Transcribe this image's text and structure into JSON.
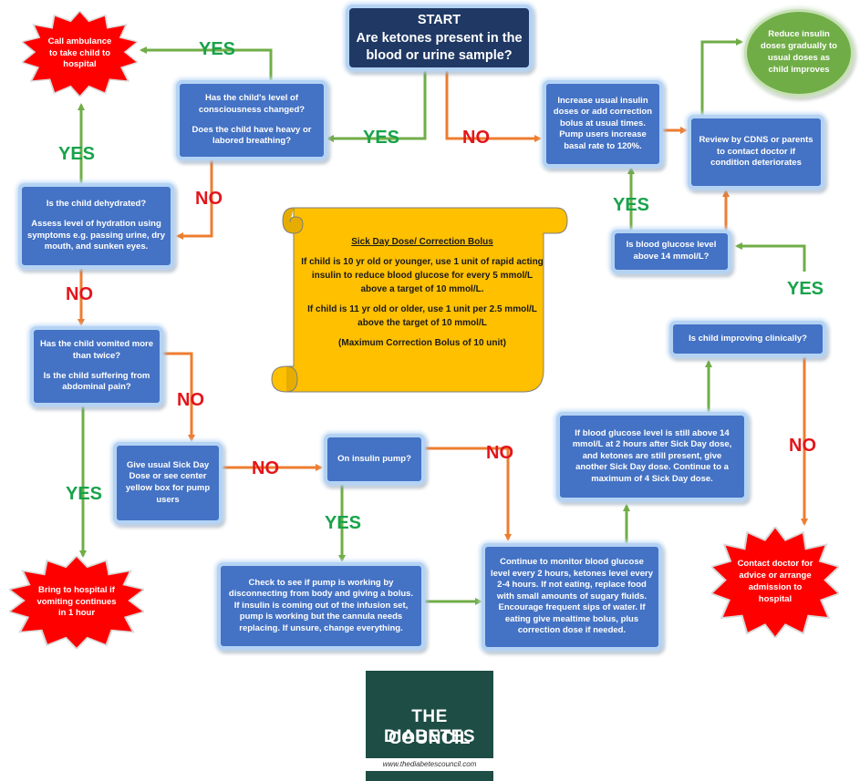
{
  "start": {
    "heading": "START",
    "question": "Are ketones present in the blood or urine sample?"
  },
  "boxes": {
    "consciousness": [
      "Has the child's level of consciousness changed?",
      "Does the child have heavy or labored breathing?"
    ],
    "dehydrated": [
      "Is the child dehydrated?",
      "Assess level of hydration using symptoms e.g. passing urine, dry mouth, and sunken eyes."
    ],
    "vomited": [
      "Has the child vomited more than twice?",
      "Is the child suffering from abdominal pain?"
    ],
    "give_sick_day": "Give usual Sick Day Dose or see center yellow box for pump users",
    "insulin_pump": "On insulin pump?",
    "check_pump": "Check to see if pump is working by disconnecting from body and giving a bolus. If insulin is coming out of the infusion set, pump is working but the cannula needs replacing. If unsure, change everything.",
    "monitor": "Continue to monitor blood glucose level every 2 hours, ketones level every 2-4 hours. If not eating, replace food with small amounts of sugary fluids. Encourage frequent sips of water. If eating give mealtime bolus, plus correction dose if needed.",
    "still_above": "If blood glucose level is still above 14 mmol/L at 2 hours after Sick Day dose, and ketones are still present, give another Sick Day dose. Continue to a maximum of 4 Sick Day dose.",
    "improving": "Is child improving clinically?",
    "glucose_above": "Is blood glucose level above 14 mmol/L?",
    "increase_insulin": "Increase usual insulin doses or add correction bolus at usual times. Pump users increase basal rate to 120%.",
    "review": "Review by CDNS or parents to contact doctor if condition deteriorates"
  },
  "bursts": {
    "ambulance": "Call ambulance to take child to hospital",
    "bring_hospital": "Bring to hospital if vomiting continues in 1 hour",
    "contact_doctor": "Contact doctor for advice or arrange admission to hospital"
  },
  "oval": "Reduce insulin doses gradually to usual doses as child improves",
  "scroll": {
    "title": "Sick Day Dose/ Correction Bolus",
    "p1": "If child is 10 yr old or younger, use 1 unit of rapid acting insulin to reduce blood glucose for every 5 mmol/L above a target of 10 mmol/L.",
    "p2": "If child is 11 yr old or older, use 1 unit per 2.5 mmol/L above the target of 10 mmol/L",
    "p3": "(Maximum Correction Bolus of 10 unit)"
  },
  "labels": {
    "yes": "YES",
    "no": "NO"
  },
  "logo": {
    "line1": "THE DIABETES",
    "line2": "COUNCIL",
    "url": "www.thediabetescouncil.com"
  },
  "colors": {
    "box": "#4472c4",
    "start": "#1f3864",
    "yes_arrow": "#70ad47",
    "no_arrow": "#ed7d31",
    "burst": "#ff0000",
    "scroll": "#ffc000",
    "logo": "#1e4d45"
  }
}
